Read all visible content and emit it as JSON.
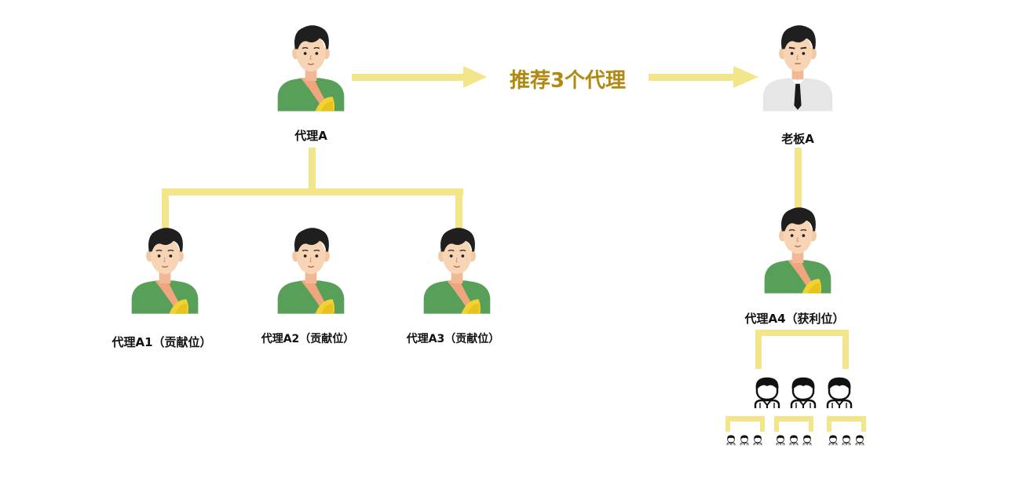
{
  "colors": {
    "connector": "#f2e58a",
    "headline_text": "#b08a10",
    "label_text": "#111111",
    "shirt_green": "#58a05a",
    "shirt_logo": "#f2d233",
    "boss_shirt": "#e6e6e6",
    "skin": "#f7d4b4",
    "hair": "#1f1f1f",
    "outline_icon": "#111111"
  },
  "diagram": {
    "headline": "推荐3个代理",
    "nodes": {
      "agent_a": {
        "label": "代理A",
        "icon": "agent-avatar-icon"
      },
      "boss_a": {
        "label": "老板A",
        "icon": "boss-avatar-icon"
      },
      "agent_a1": {
        "label": "代理A1（贡献位）",
        "icon": "agent-avatar-icon"
      },
      "agent_a2": {
        "label": "代理A2（贡献位）",
        "icon": "agent-avatar-icon"
      },
      "agent_a3": {
        "label": "代理A3（贡献位）",
        "icon": "agent-avatar-icon"
      },
      "agent_a4": {
        "label": "代理A4（获利位）",
        "icon": "agent-avatar-icon"
      }
    },
    "sub_agents": {
      "icon": "person-outline-icon",
      "levels": [
        3,
        9
      ]
    }
  }
}
